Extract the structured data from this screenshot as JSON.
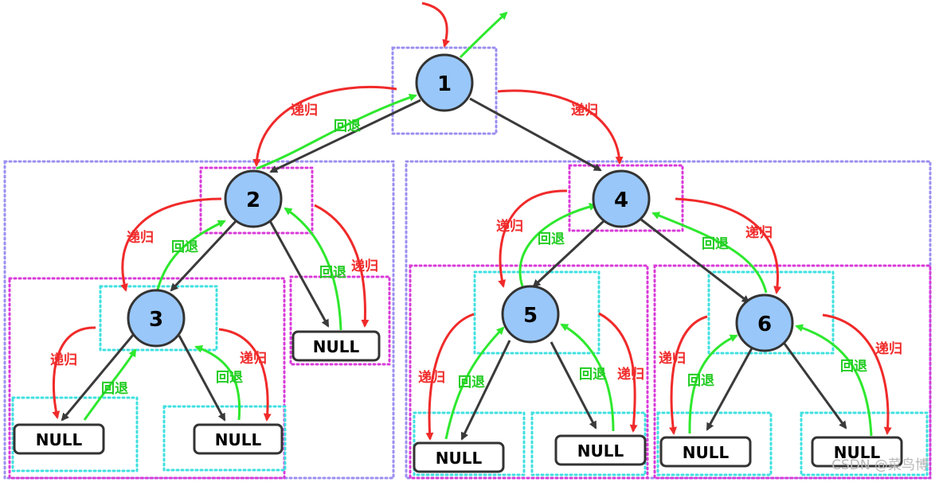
{
  "colors": {
    "node_fill": "#99c7f9",
    "node_stroke": "#333333",
    "edge": "#3a3a3a",
    "recurse": "#f02a2a",
    "backtrack": "#2ee82e",
    "box_blue": "#9a8ff0",
    "box_magenta": "#d93ad9",
    "box_cyan": "#3fe0e0"
  },
  "nodes": [
    {
      "id": "n1",
      "label": "1"
    },
    {
      "id": "n2",
      "label": "2"
    },
    {
      "id": "n3",
      "label": "3"
    },
    {
      "id": "n4",
      "label": "4"
    },
    {
      "id": "n5",
      "label": "5"
    },
    {
      "id": "n6",
      "label": "6"
    }
  ],
  "null_label": "NULL",
  "recurse_label": "递归",
  "backtrack_label": "回退",
  "watermark": "CSDN @菜鸟博"
}
